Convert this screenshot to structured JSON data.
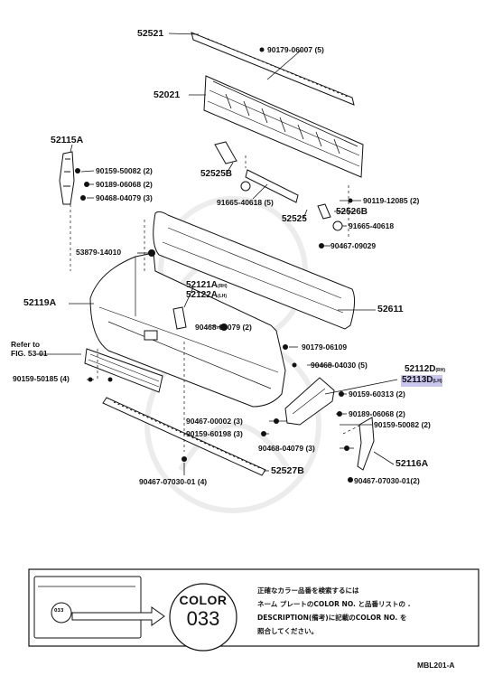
{
  "parts": {
    "p52521": "52521",
    "p90179_06007": "90179-06007 (5)",
    "p52021": "52021",
    "p52115A": "52115A",
    "p90159_50082a": "90159-50082 (2)",
    "p90189_06068a": "90189-06068 (2)",
    "p90468_04079a": "90468-04079 (3)",
    "p52525B": "52525B",
    "p91665_40618a": "91665-40618 (5)",
    "p52525": "52525",
    "p90119_12085": "90119-12085 (2)",
    "p52526B": "52526B",
    "p91665_40618b": "91665-40618",
    "p90467_09029": "90467-09029",
    "p53879_14010": "53879-14010",
    "p52119A": "52119A",
    "p52121A": "52121A",
    "p52121A_sub": "(RH)",
    "p52122A": "52122A",
    "p52122A_sub": "(LH)",
    "p90468_04079b": "90468-04079 (2)",
    "p52611": "52611",
    "refer_line1": "Refer to",
    "refer_line2": "FIG. 53-01",
    "p90179_06109": "90179-06109",
    "p90468_04030": "90468-04030 (5)",
    "p52112D": "52112D",
    "p52112D_sub": "(RH)",
    "p52113D": "52113D",
    "p52113D_sub": "(LH)",
    "p90159_50185": "90159-50185 (4)",
    "p90159_60313": "90159-60313 (2)",
    "p90189_06068b": "90189-06068 (2)",
    "p90467_00002": "90467-00002 (3)",
    "p90159_50082b": "90159-50082 (2)",
    "p90159_60198": "90159-60198 (3)",
    "p90468_04079c": "90468-04079 (3)",
    "p52116A": "52116A",
    "p52527B": "52527B",
    "p90467_07030_01a": "90467-07030-01 (4)",
    "p90467_07030_01b": "90467-07030-01(2)"
  },
  "color_box": {
    "word": "COLOR",
    "number": "033",
    "plate_code": "033",
    "note_lines": [
      "正確なカラー品番を検索するには",
      "ネーム プレートのCOLOR NO. と品番リストの .",
      "DESCRIPTION(備考)に記載のCOLOR NO. を",
      "照合してください。"
    ]
  },
  "figure_code": "MBL201-A",
  "colors": {
    "highlight": "#c9c6ef",
    "line": "#111111"
  }
}
